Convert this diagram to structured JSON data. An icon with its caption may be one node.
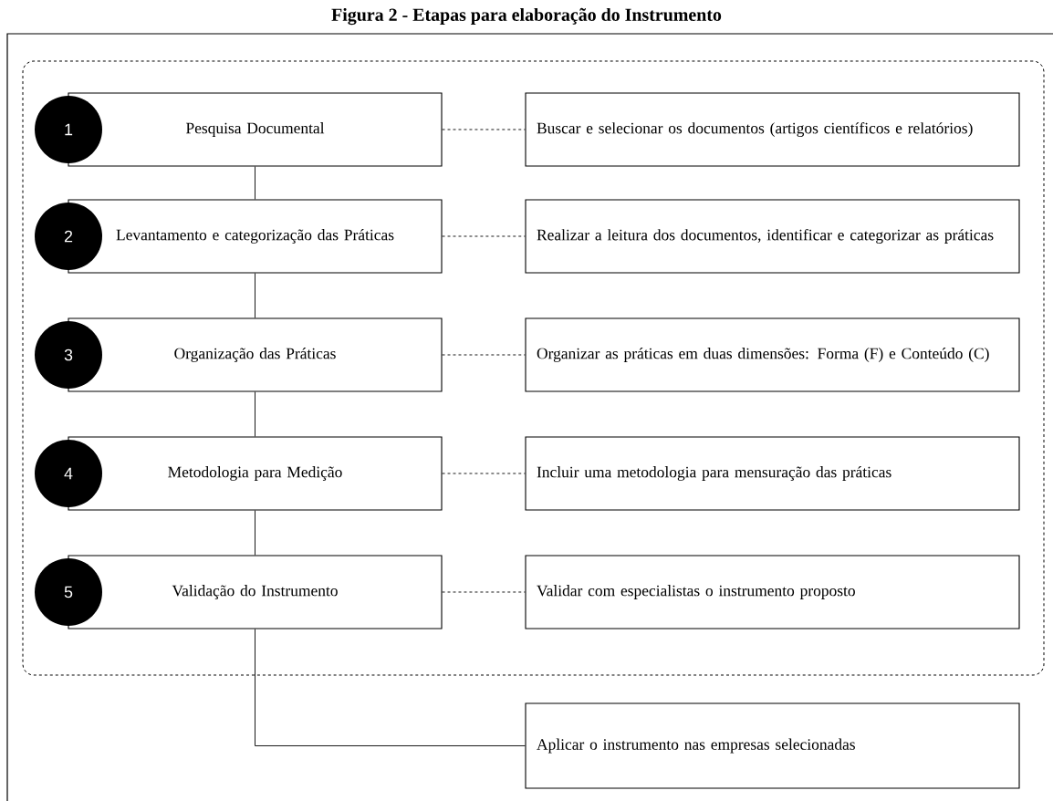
{
  "diagram": {
    "title": "Figura 2 - Etapas para elaboração do Instrumento",
    "nodes": [
      {
        "text": [],
        "shape": "box"
      },
      {
        "text": [
          "1"
        ],
        "in": 0
      },
      {
        "text": [
          "Pesquisa Documental"
        ],
        "in": 0
      },
      {
        "text": [
          "Buscar e selecionar os documentos (artigos científicos e relatórios)"
        ],
        "in": 0
      },
      {
        "text": [
          "2"
        ],
        "in": 0
      },
      {
        "text": [
          "Levantamento e categorização das Práticas"
        ],
        "in": 0
      },
      {
        "text": [
          "Realizar a leitura dos documentos, identificar e categorizar as práticas"
        ],
        "in": 0
      },
      {
        "text": [
          "3"
        ],
        "in": 0
      },
      {
        "text": [
          "Organização das Práticas"
        ],
        "in": 0
      },
      {
        "text": [
          "Organizar as práticas em duas dimensões: Forma (F) e Conteúdo (C)"
        ],
        "in": 0
      },
      {
        "text": [
          "4"
        ],
        "in": 0
      },
      {
        "text": [
          "Metodologia para Medição"
        ],
        "in": 0
      },
      {
        "text": [
          "Incluir uma metodologia para mensuração das práticas"
        ],
        "in": 0
      },
      {
        "text": [
          "5"
        ],
        "in": 0
      },
      {
        "text": [
          "Validação do Instrumento"
        ],
        "in": 0
      },
      {
        "text": [
          "Validar com especialistas o instrumento proposto"
        ],
        "in": 0
      },
      {
        "text": [
          "Aplicar o instrumento nas empresas selecionadas"
        ]
      }
    ],
    "edges": [
      {
        "from": 2,
        "to": 3,
        "arrow": "none",
        "style": "dashed"
      },
      {
        "from": 5,
        "to": 6,
        "arrow": "none",
        "style": "dashed"
      },
      {
        "from": 8,
        "to": 9,
        "arrow": "none",
        "style": "dashed"
      },
      {
        "from": 11,
        "to": 12,
        "arrow": "none",
        "style": "dashed"
      },
      {
        "from": 14,
        "to": 15,
        "arrow": "none",
        "style": "dashed"
      },
      {
        "from": 2,
        "to": 5,
        "arrow": "none"
      },
      {
        "from": 5,
        "to": 8,
        "arrow": "none"
      },
      {
        "from": 8,
        "to": 11,
        "arrow": "none"
      },
      {
        "from": 11,
        "to": 14,
        "arrow": "none"
      },
      {
        "from": 14,
        "to": 16,
        "arrow": "none"
      }
    ]
  }
}
